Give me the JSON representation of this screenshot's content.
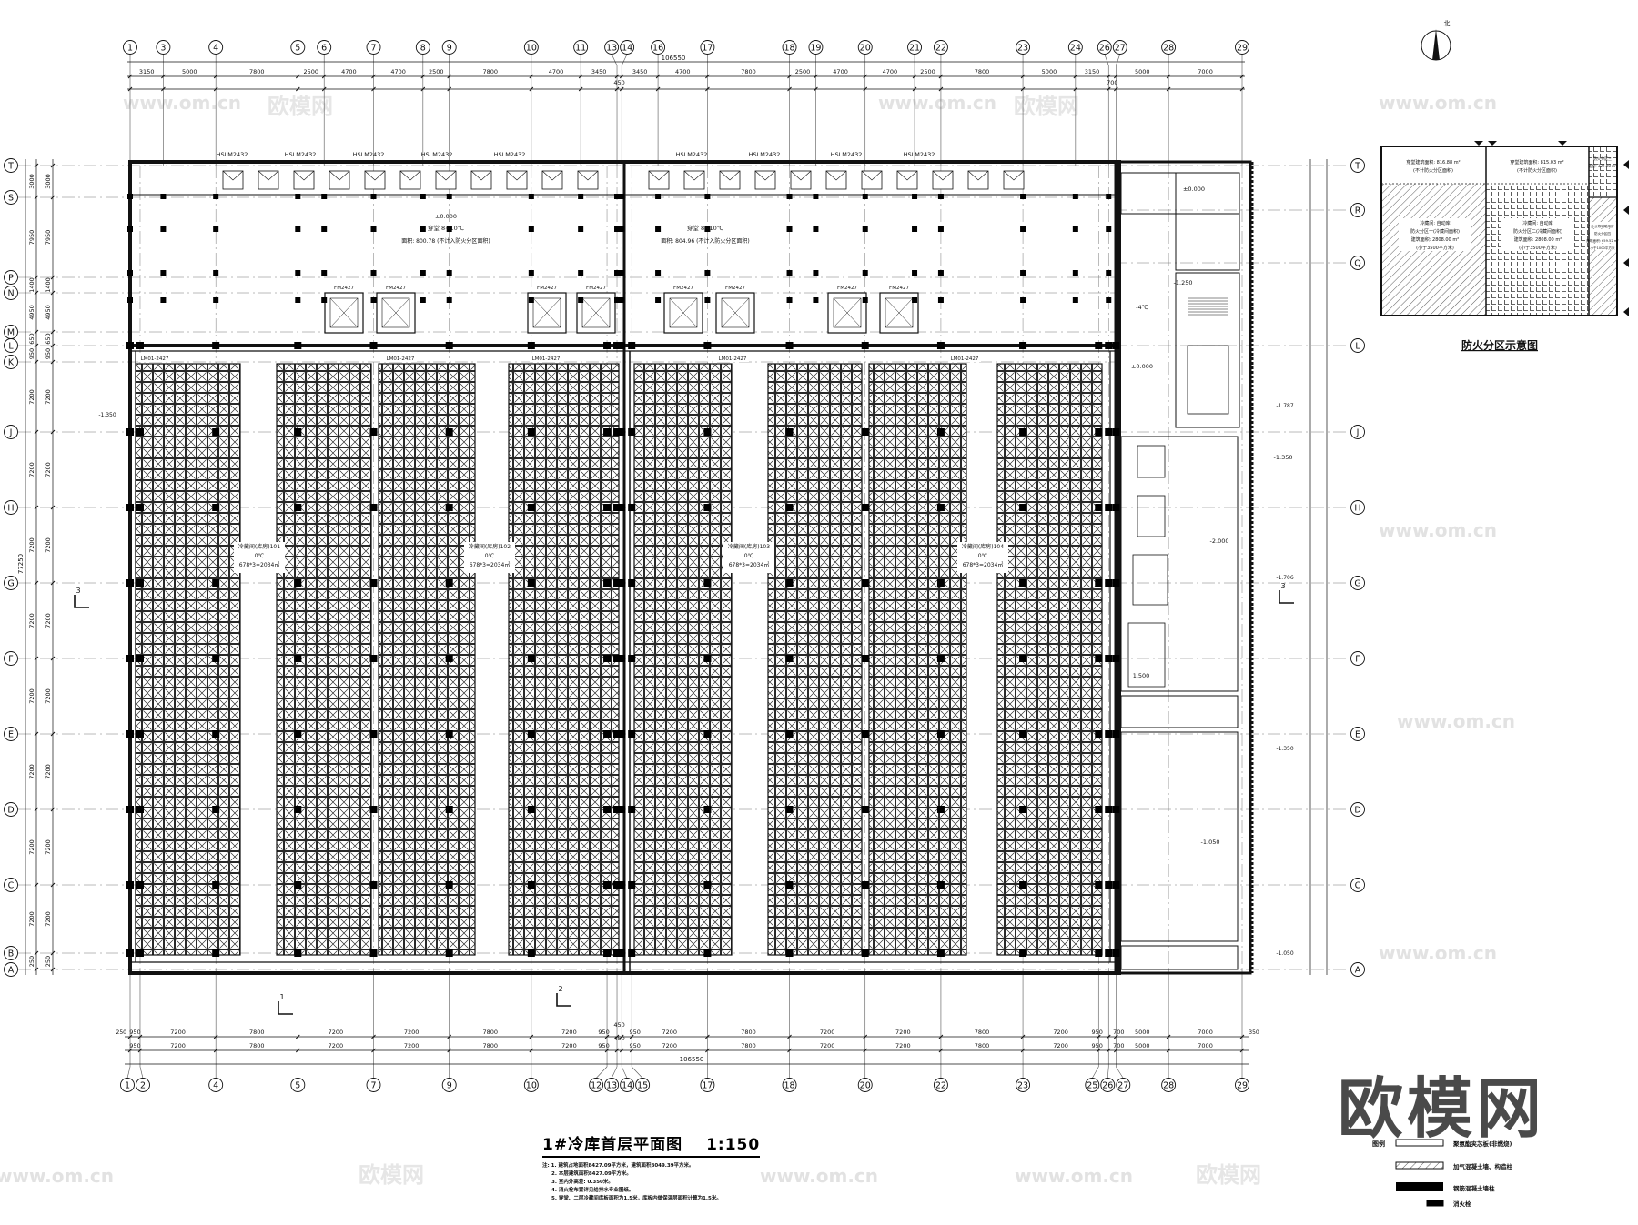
{
  "title": "1#冷库首层平面图",
  "scale": "1:150",
  "notes": [
    "注: 1. 建筑占地面积8427.09平方米，建筑面积8049.39平方米。",
    "2. 本层建筑面积8427.09平方米。",
    "3. 室内外高差: 0.350米。",
    "4. 消火栓布置详见给排水专业图纸。",
    "5. 穿堂、二层冷藏间库板面积为1.5米，库板内做保温层面积计算为1.5米。"
  ],
  "north_label": "北",
  "axes": {
    "top": [
      "1",
      "3",
      "4",
      "5",
      "6",
      "7",
      "8",
      "9",
      "10",
      "11",
      "13",
      "14",
      "16",
      "17",
      "18",
      "19",
      "20",
      "21",
      "22",
      "23",
      "24",
      "26",
      "27",
      "28",
      "29"
    ],
    "top_dims": [
      "3150",
      "5000",
      "7800",
      "2500",
      "4700",
      "4700",
      "2500",
      "7800",
      "4700",
      "3450",
      "450",
      "3450",
      "4700",
      "7800",
      "2500",
      "4700",
      "4700",
      "2500",
      "7800",
      "5000",
      "3150",
      "700",
      "5000",
      "7000"
    ],
    "top_total": "106550",
    "bottom": [
      "1",
      "2",
      "4",
      "5",
      "7",
      "9",
      "10",
      "12",
      "13",
      "14",
      "15",
      "17",
      "18",
      "20",
      "22",
      "23",
      "25",
      "26",
      "27",
      "28",
      "29"
    ],
    "bottom_dims": [
      "950",
      "7200",
      "7800",
      "7200",
      "7200",
      "7800",
      "7200",
      "950",
      "450",
      "950",
      "7200",
      "7800",
      "7200",
      "7200",
      "7800",
      "7200",
      "950",
      "700",
      "5000",
      "7000"
    ],
    "bottom_edge_dims": [
      "250",
      "350"
    ],
    "bottom_total": "106550",
    "left": [
      "T",
      "S",
      "P",
      "N",
      "M",
      "L",
      "K",
      "J",
      "H",
      "G",
      "F",
      "E",
      "D",
      "C",
      "B",
      "A"
    ],
    "left_dims": [
      "3000",
      "7950",
      "1400",
      "4950",
      "650",
      "950",
      "7200",
      "7200",
      "7200",
      "7200",
      "7200",
      "7200",
      "7200",
      "7200",
      "250"
    ],
    "left_total": "77250",
    "right": [
      "T",
      "R",
      "Q",
      "L",
      "J",
      "H",
      "G",
      "F",
      "E",
      "D",
      "C",
      "A"
    ]
  },
  "cold_rooms": [
    {
      "name": "冷藏间(库房)101",
      "temp": "0℃",
      "area": "678*3=2034㎡"
    },
    {
      "name": "冷藏间(库房)102",
      "temp": "0℃",
      "area": "678*3=2034㎡"
    },
    {
      "name": "冷藏间(库房)103",
      "temp": "0℃",
      "area": "678*3=2034㎡"
    },
    {
      "name": "冷藏间(库房)104",
      "temp": "0℃",
      "area": "678*3=2034㎡"
    }
  ],
  "anterooms": [
    {
      "name": "穿堂  8~10℃",
      "area": "面积: 800.78 (不计入防火分区面积)"
    },
    {
      "name": "穿堂  8~10℃",
      "area": "面积: 804.96 (不计入防火分区面积)"
    }
  ],
  "labels": {
    "door_tag": "HSLM2432",
    "dock_tag": "FM2427",
    "door_small": "LM01-2427",
    "elev_0": "±0.000",
    "elev_1": "-1.350",
    "elev_2": "-2.000",
    "elev_3": "-1.050",
    "elev_4": "1.500",
    "elev_5": "-1.250",
    "elev_6": "-1.787",
    "elev_7": "-1.706",
    "temp_m4": "-4℃",
    "section_1": "1",
    "section_2": "2",
    "section_3": "3"
  },
  "fire_zone": {
    "title": "防火分区示意图",
    "zone1_top": [
      "穿堂建筑面积: 816.88 m²",
      "(不计防火分区面积)"
    ],
    "zone1": [
      "冷藏间: 自动库",
      "防火分区一(冷藏间面积)",
      "建筑面积: 2808.00 m²",
      "(小于3500平方米)"
    ],
    "zone2_top": [
      "穿堂建筑面积: 815.03 m²",
      "(不计防火分区面积)"
    ],
    "zone2": [
      "冷藏间: 自动库",
      "防火分区二(冷藏间面积)",
      "建筑面积: 2808.00 m²",
      "(小于3500平方米)"
    ],
    "zone3_top": [
      "防火分区三",
      "面积: 327.98 m²"
    ],
    "zone4": [
      "办公等辅助用房",
      "防火分区四",
      "建筑面积: 659.52 m²",
      "小于1000平方米"
    ]
  },
  "legend": {
    "title": "图例",
    "items": [
      "聚氨酯夹芯板(非燃烧)",
      "加气混凝土墙、构造柱",
      "钢筋混凝土墙柱",
      "消火栓"
    ]
  },
  "watermark": "欧模网",
  "watermark_url": "www.om.cn",
  "colors": {
    "line": "#111111",
    "grid": "#666666",
    "watermark": "#4a4a4a",
    "faint": "#e4e4e4"
  }
}
